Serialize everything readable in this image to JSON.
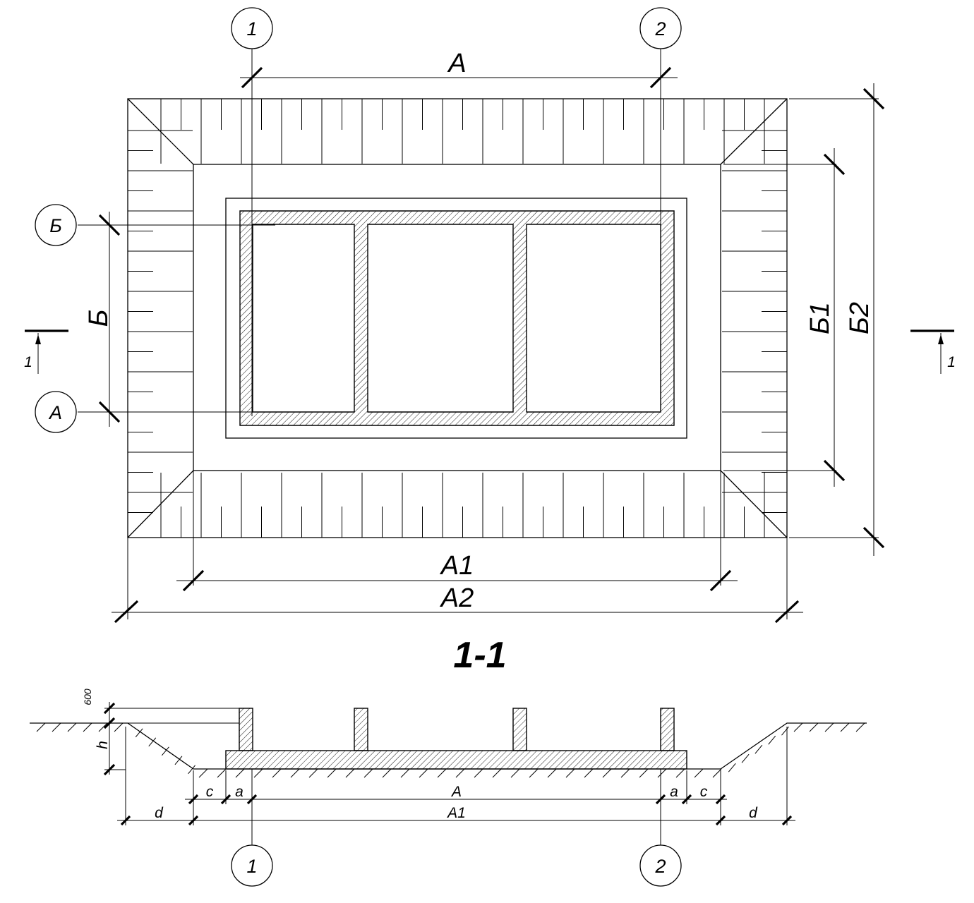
{
  "axes": {
    "col_1": "1",
    "col_2": "2",
    "row_b": "Б",
    "row_a": "А"
  },
  "dimensions": {
    "A": "A",
    "A1": "A1",
    "A2": "A2",
    "B": "Б",
    "B1": "Б1",
    "B2": "Б2"
  },
  "section_marker": {
    "label": "1"
  },
  "section": {
    "title": "1-1",
    "top_offset": "600",
    "h": "h",
    "c": "c",
    "a": "a",
    "d": "d",
    "A": "A",
    "A1": "A1"
  }
}
